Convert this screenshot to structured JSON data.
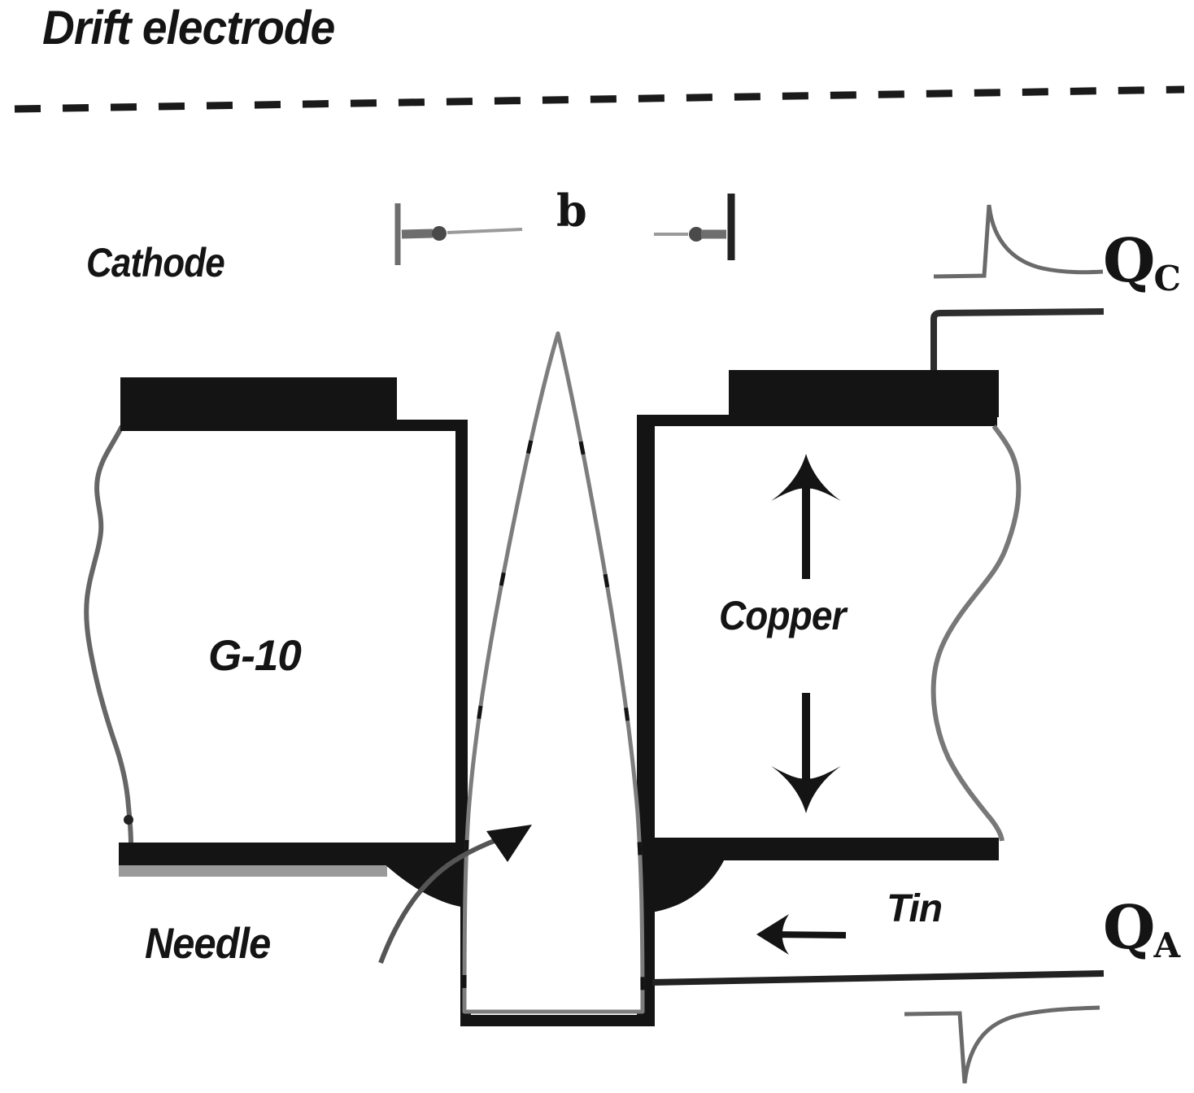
{
  "figure": {
    "title": "Drift electrode",
    "labels": {
      "cathode": "Cathode",
      "gap_dimension": "b",
      "left_block_material": "G-10",
      "right_block_material": "Copper",
      "needle": "Needle",
      "tin": "Tin"
    },
    "signals": {
      "cathode_charge": {
        "symbol": "Q",
        "subscript": "C"
      },
      "anode_charge": {
        "symbol": "Q",
        "subscript": "A"
      }
    },
    "icons": {
      "drift_plane": "dashed-line",
      "gap_markers": "dimension-ticks-with-dots",
      "copper_arrow_up": "arrow-up-icon",
      "copper_arrow_down": "arrow-down-icon",
      "tin_arrow": "arrow-left-icon",
      "needle_pointer": "curved-arrow-up-right-icon",
      "cathode_pulse": "positive-spike-waveform",
      "anode_pulse": "negative-spike-waveform"
    },
    "colors": {
      "ink": "#141414",
      "mid_gray": "#6e6e6e",
      "light_gray": "#9a9a9a",
      "background": "#ffffff"
    }
  }
}
